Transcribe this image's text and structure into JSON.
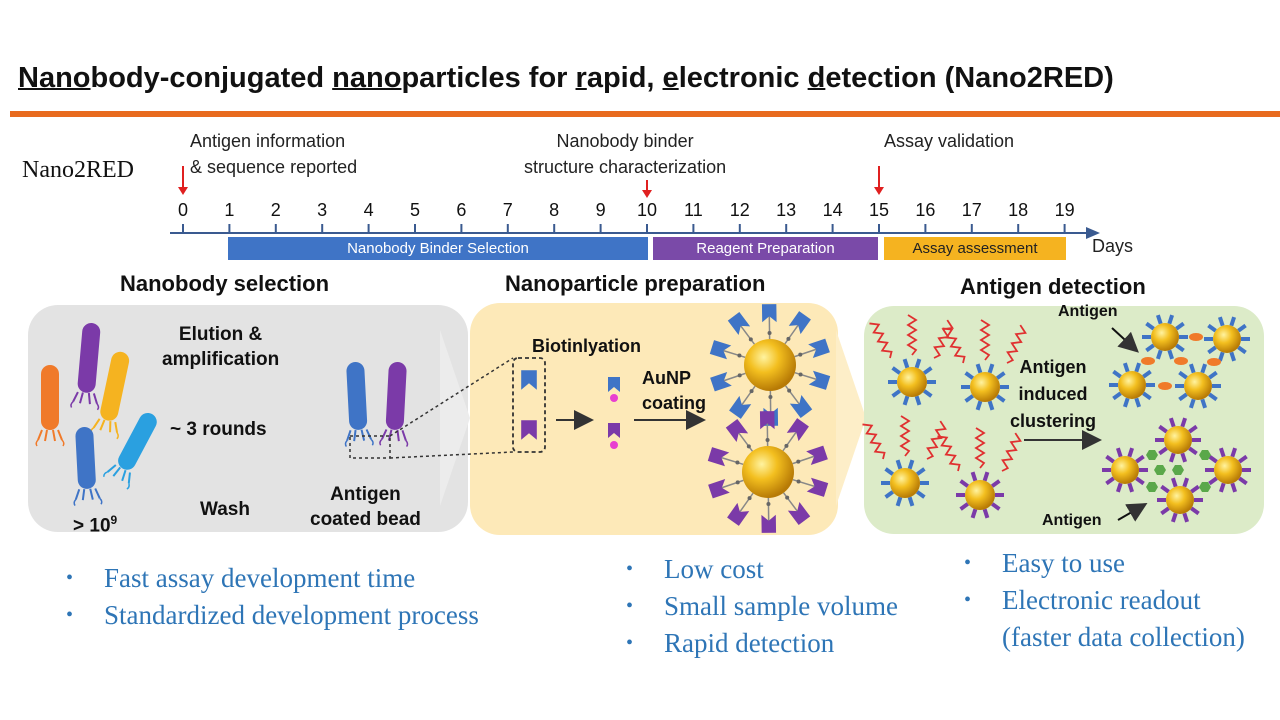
{
  "title": {
    "segments": [
      {
        "text": "Nano",
        "u": true
      },
      {
        "text": "body-conjugated ",
        "u": false
      },
      {
        "text": "nano",
        "u": true
      },
      {
        "text": "particles for ",
        "u": false
      },
      {
        "text": "r",
        "u": true
      },
      {
        "text": "apid, ",
        "u": false
      },
      {
        "text": "e",
        "u": true
      },
      {
        "text": "lectronic ",
        "u": false
      },
      {
        "text": "d",
        "u": true
      },
      {
        "text": "etection (Nano2RED)",
        "u": false
      }
    ]
  },
  "colors": {
    "title_rule": "#e86a1e",
    "selection_phase": "#3f74c6",
    "reagent_phase": "#7a4aa8",
    "assay_phase": "#f5b320",
    "bullet_text": "#2e75b6",
    "arrow_red": "#e02020"
  },
  "timeline": {
    "label": "Nano2RED",
    "unit_label": "Days",
    "ticks": [
      "0",
      "1",
      "2",
      "3",
      "4",
      "5",
      "6",
      "7",
      "8",
      "9",
      "10",
      "11",
      "12",
      "13",
      "14",
      "15",
      "16",
      "17",
      "18",
      "19"
    ],
    "milestones": [
      {
        "day": 0,
        "line1": "Antigen information",
        "line2": "& sequence reported"
      },
      {
        "day": 10,
        "line1": "Nanobody binder",
        "line2": "structure characterization"
      },
      {
        "day": 15,
        "line1": "Assay validation",
        "line2": ""
      }
    ],
    "phases": [
      {
        "label": "Nanobody Binder Selection",
        "start": 1,
        "end": 10
      },
      {
        "label": "Reagent Preparation",
        "start": 10,
        "end": 15
      },
      {
        "label": "Assay assessment",
        "start": 15,
        "end": 19
      }
    ]
  },
  "sections": {
    "selection": {
      "heading": "Nanobody selection",
      "elution": "Elution &\namplification",
      "rounds": "~ 3 rounds",
      "library": "> 10",
      "library_exp": "9",
      "wash": "Wash",
      "bead": "Antigen\ncoated bead"
    },
    "preparation": {
      "heading": "Nanoparticle preparation",
      "biotinylation": "Biotinlyation",
      "coating": "AuNP\ncoating"
    },
    "detection": {
      "heading": "Antigen detection",
      "antigen_top": "Antigen",
      "clustering": "Antigen\ninduced\nclustering",
      "antigen_bottom": "Antigen"
    }
  },
  "bullets": {
    "selection": [
      "Fast assay development time",
      "Standardized development process"
    ],
    "preparation": [
      "Low cost",
      "Small sample volume",
      "Rapid detection"
    ],
    "detection": [
      "Easy to use",
      "Electronic readout",
      "(faster data collection)"
    ]
  },
  "icons": [
    "red-arrow-icon",
    "nanobody-phage-icon",
    "gold-nanoparticle-icon",
    "chevron-arrow-icon"
  ]
}
